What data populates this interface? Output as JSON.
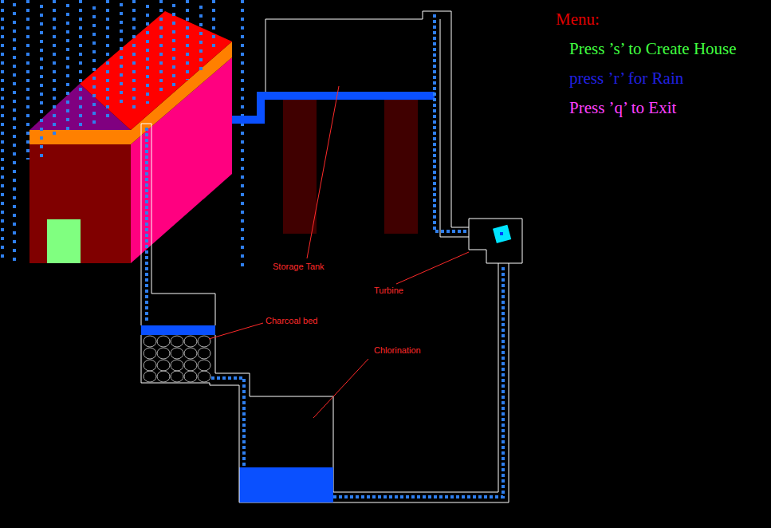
{
  "diagram": {
    "labels": [
      "Menu:",
      "Press ’s’ to Create House",
      "press ’r’ for Rain",
      "Press ’q’ to Exit",
      "Storage Tank",
      "Turbine",
      "Charcoal bed",
      "Chlorination"
    ]
  }
}
